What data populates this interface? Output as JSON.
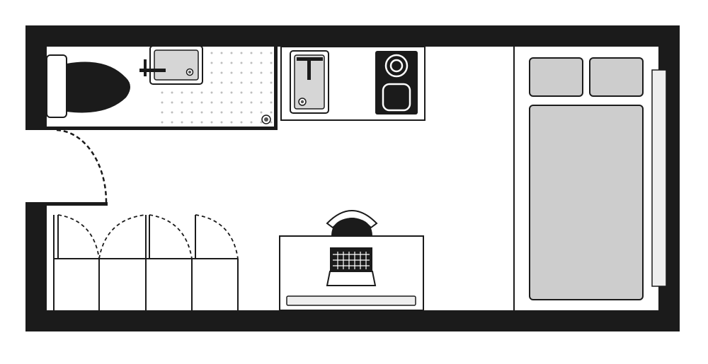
{
  "colors": {
    "wall": "#1b1b1b",
    "floor": "#ffffff",
    "outline": "#1b1b1b",
    "furniture_fill": "#cdcdcd",
    "shower_dots": "#bdbdbd",
    "window": "#eeeeee",
    "fixture_fill": "#e3e3e3"
  },
  "icons": {
    "toilet": "toilet-icon",
    "shower_drain": "drain-icon",
    "sink": "sink-icon",
    "faucet": "faucet-icon",
    "stove": "stove-icon",
    "door_swing": "door-swing-icon",
    "chair": "chair-icon",
    "laptop": "laptop-icon",
    "pillow": "pillow-icon",
    "bed": "bed-icon",
    "window": "window-icon"
  },
  "rooms": [
    "bathroom",
    "kitchenette",
    "living-area",
    "sleeping-area"
  ],
  "furniture": {
    "wardrobe_doors": 4,
    "pillows": 2,
    "stove_burners": 2
  }
}
